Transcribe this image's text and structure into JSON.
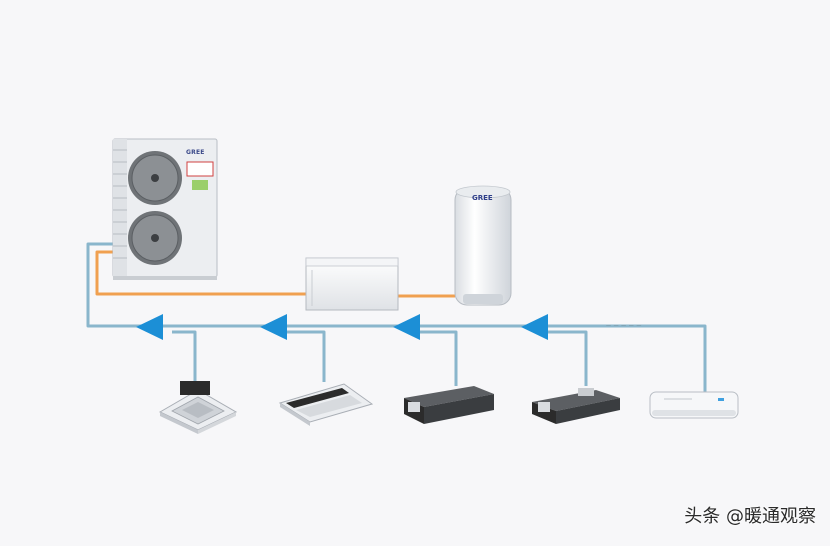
{
  "labels": {
    "outdoor_unit_logo": "GREE",
    "tank_logo": "GREE",
    "pipe_text": "— — — — —",
    "watermark": "头条 @暖通观察"
  },
  "colors": {
    "background": "#f7f7f9",
    "hot_water_pipe": "#f0a050",
    "refrigerant_pipe": "#8ab6cc",
    "flow_arrow": "#1c8fd6",
    "unit_body": "#eceef1",
    "unit_dark": "#2b2b2b"
  },
  "icons": {
    "outdoor_unit": "heat-pump-outdoor-unit-icon",
    "hydro_box": "hydro-module-icon",
    "water_tank": "hot-water-tank-icon",
    "flow_arrow": "arrow-left-icon",
    "indoor_1": "four-way-cassette-icon",
    "indoor_2": "one-way-cassette-icon",
    "indoor_3": "ducted-unit-icon",
    "indoor_4": "slim-ducted-unit-icon",
    "indoor_5": "wall-mounted-unit-icon"
  }
}
